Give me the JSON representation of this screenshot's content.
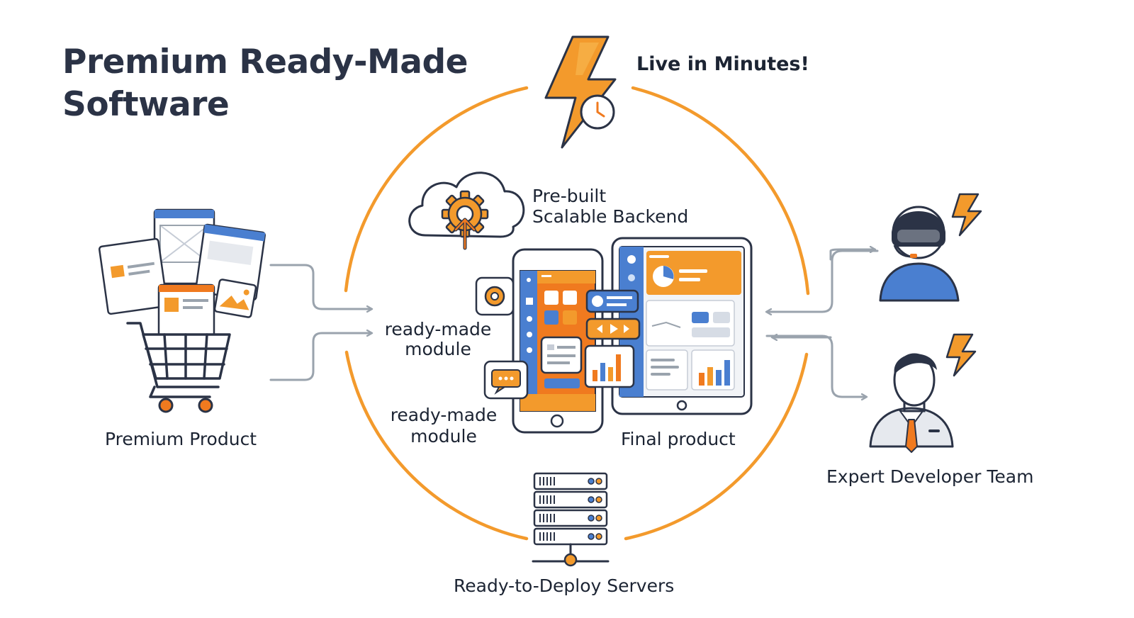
{
  "title": {
    "line1": "Premium Ready-Made",
    "line2": "Software"
  },
  "labels": {
    "live": "Live in Minutes!",
    "backend_line1": "Pre-built",
    "backend_line2": "Scalable Backend",
    "module_top_line1": "ready-made",
    "module_top_line2": "module",
    "module_bottom_line1": "ready-made",
    "module_bottom_line2": "module",
    "premium_product": "Premium Product",
    "final_product": "Final product",
    "servers": "Ready-to-Deploy Servers",
    "team": "Expert Developer Team"
  },
  "colors": {
    "orange": "#f39a2c",
    "deep_orange": "#f07a1f",
    "blue": "#4a7fd0",
    "navy": "#2b3346",
    "gray_line": "#9aa3ad",
    "light_gray": "#e6e9ee"
  },
  "icons": [
    "lightning-clock-icon",
    "cloud-gear-icon",
    "mobile-app-icon",
    "tablet-dashboard-icon",
    "shopping-cart-icon",
    "server-rack-icon",
    "vr-developer-icon",
    "businessman-icon"
  ]
}
